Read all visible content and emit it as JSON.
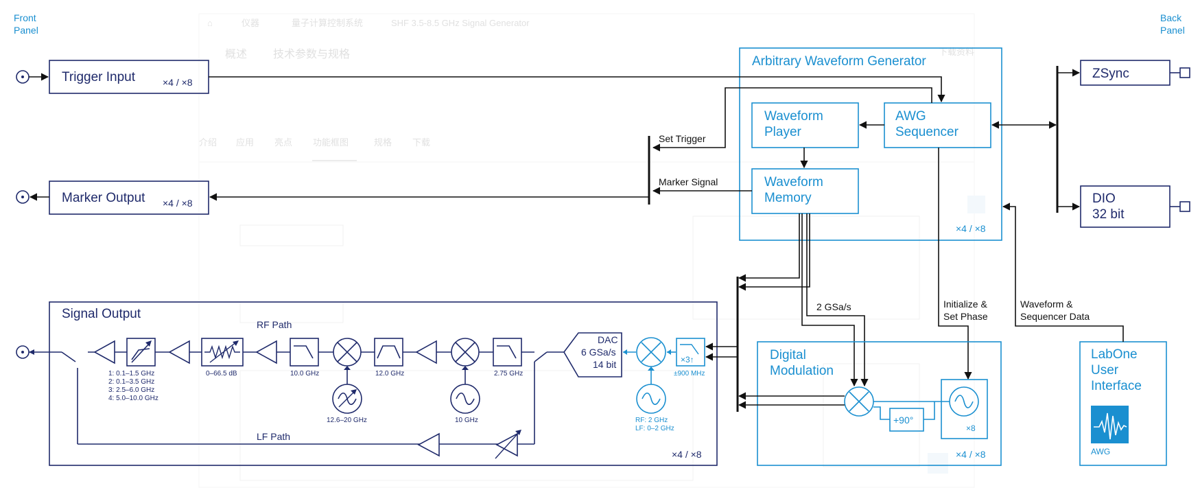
{
  "panels": {
    "front": [
      "Front",
      "Panel"
    ],
    "back": [
      "Back",
      "Panel"
    ]
  },
  "colors": {
    "dark": "#1f2a6b",
    "blue": "#1a8fd0",
    "wire": "#111111",
    "ghost": "#d6d6d6"
  },
  "ghost_ui": {
    "breadcrumb": [
      "仪器",
      "量子计算控制系统",
      "SHF 3.5-8.5 GHz Signal Generator"
    ],
    "tabs_top": [
      "概述",
      "技术参数与规格"
    ],
    "tabs_mid": [
      "介绍",
      "应用",
      "亮点",
      "功能框图",
      "规格",
      "下载"
    ],
    "side_label": "下载资料"
  },
  "blocks": {
    "trigger_input": {
      "title": "Trigger Input",
      "mult": "×4 / ×8"
    },
    "marker_output": {
      "title": "Marker Output",
      "mult": "×4 / ×8"
    },
    "awg": {
      "title": "Arbitrary Waveform Generator",
      "mult": "×4 / ×8",
      "waveform_player": [
        "Waveform",
        "Player"
      ],
      "awg_sequencer": [
        "AWG",
        "Sequencer"
      ],
      "waveform_memory": [
        "Waveform",
        "Memory"
      ]
    },
    "zsync": {
      "title": "ZSync"
    },
    "dio": {
      "title": [
        "DIO",
        "32 bit"
      ]
    },
    "signal_output": {
      "title": "Signal Output",
      "mult": "×4 / ×8",
      "rf_path": "RF Path",
      "lf_path": "LF Path",
      "band_list": [
        "1: 0.1–1.5 GHz",
        "2: 0.1–3.5 GHz",
        "3: 2.5–6.0 GHz",
        "4: 5.0–10.0 GHz"
      ],
      "atten": "0–66.5 dB",
      "filter_1": "10.0 GHz",
      "filter_2": "12.0 GHz",
      "filter_3": "2.75 GHz",
      "lo_1": "12.6–20 GHz",
      "lo_2": "10 GHz",
      "dac": [
        "DAC",
        "6 GSa/s",
        "14 bit"
      ],
      "upsample": "×3↑",
      "upsample_label": "±900 MHz",
      "nco": [
        "RF: 2 GHz",
        "LF: 0–2 GHz"
      ]
    },
    "digital_modulation": {
      "title": [
        "Digital",
        "Modulation"
      ],
      "mult": "×4 / ×8",
      "phase": "+90°",
      "osc_mult": "×8"
    },
    "labone": {
      "title": [
        "LabOne",
        "User",
        "Interface"
      ],
      "caption": "AWG"
    }
  },
  "signals": {
    "set_trigger": "Set Trigger",
    "marker_signal": "Marker Signal",
    "rate": "2 GSa/s",
    "init_phase": [
      "Initialize &",
      "Set Phase"
    ],
    "wf_seq": [
      "Waveform &",
      "Sequencer Data"
    ]
  }
}
